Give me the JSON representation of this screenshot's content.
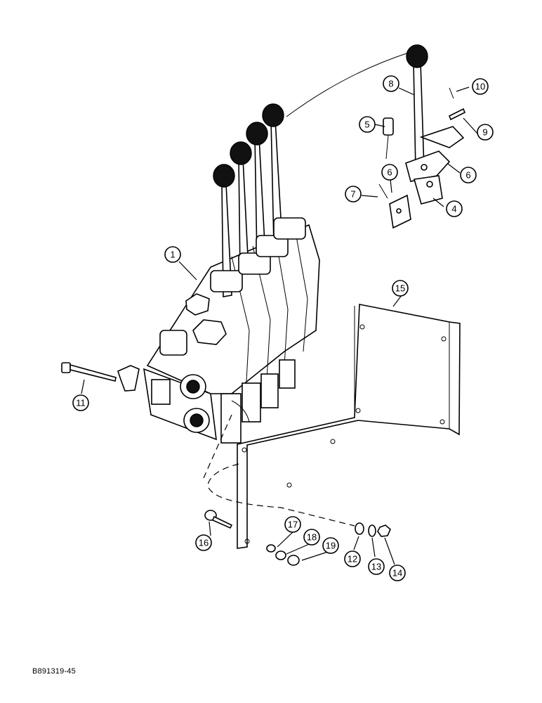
{
  "figure_code": "B891319-45",
  "callouts": [
    {
      "id": "c1",
      "label": "1"
    },
    {
      "id": "c4",
      "label": "4"
    },
    {
      "id": "c5",
      "label": "5"
    },
    {
      "id": "c6a",
      "label": "6"
    },
    {
      "id": "c6b",
      "label": "6"
    },
    {
      "id": "c7",
      "label": "7"
    },
    {
      "id": "c8",
      "label": "8"
    },
    {
      "id": "c9",
      "label": "9"
    },
    {
      "id": "c10",
      "label": "10"
    },
    {
      "id": "c11",
      "label": "11"
    },
    {
      "id": "c12",
      "label": "12"
    },
    {
      "id": "c13",
      "label": "13"
    },
    {
      "id": "c14",
      "label": "14"
    },
    {
      "id": "c15",
      "label": "15"
    },
    {
      "id": "c16",
      "label": "16"
    },
    {
      "id": "c17",
      "label": "17"
    },
    {
      "id": "c18",
      "label": "18"
    },
    {
      "id": "c19",
      "label": "19"
    }
  ]
}
